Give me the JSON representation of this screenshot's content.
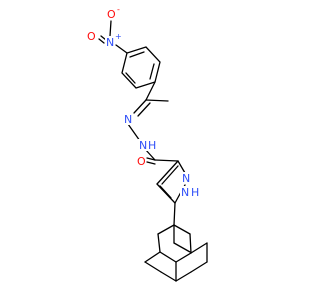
{
  "molecule": {
    "colors": {
      "carbon_bond": "#000000",
      "oxygen": "#ff0d0d",
      "nitrogen": "#3050f8",
      "background": "#ffffff"
    },
    "labels": {
      "nitro_o_minus": "O",
      "o_minus_charge": "-",
      "nitro_n_plus": "N",
      "n_plus_charge": "+",
      "nitro_o_double": "O",
      "hydrazone_n1": "N",
      "hydrazone_n2": "N",
      "amide_nh_n": "N",
      "amide_nh_h": "H",
      "carbonyl_o": "O",
      "pyrazole_n": "N",
      "pyrazole_nh_n": "N",
      "pyrazole_nh_h": "H"
    }
  }
}
